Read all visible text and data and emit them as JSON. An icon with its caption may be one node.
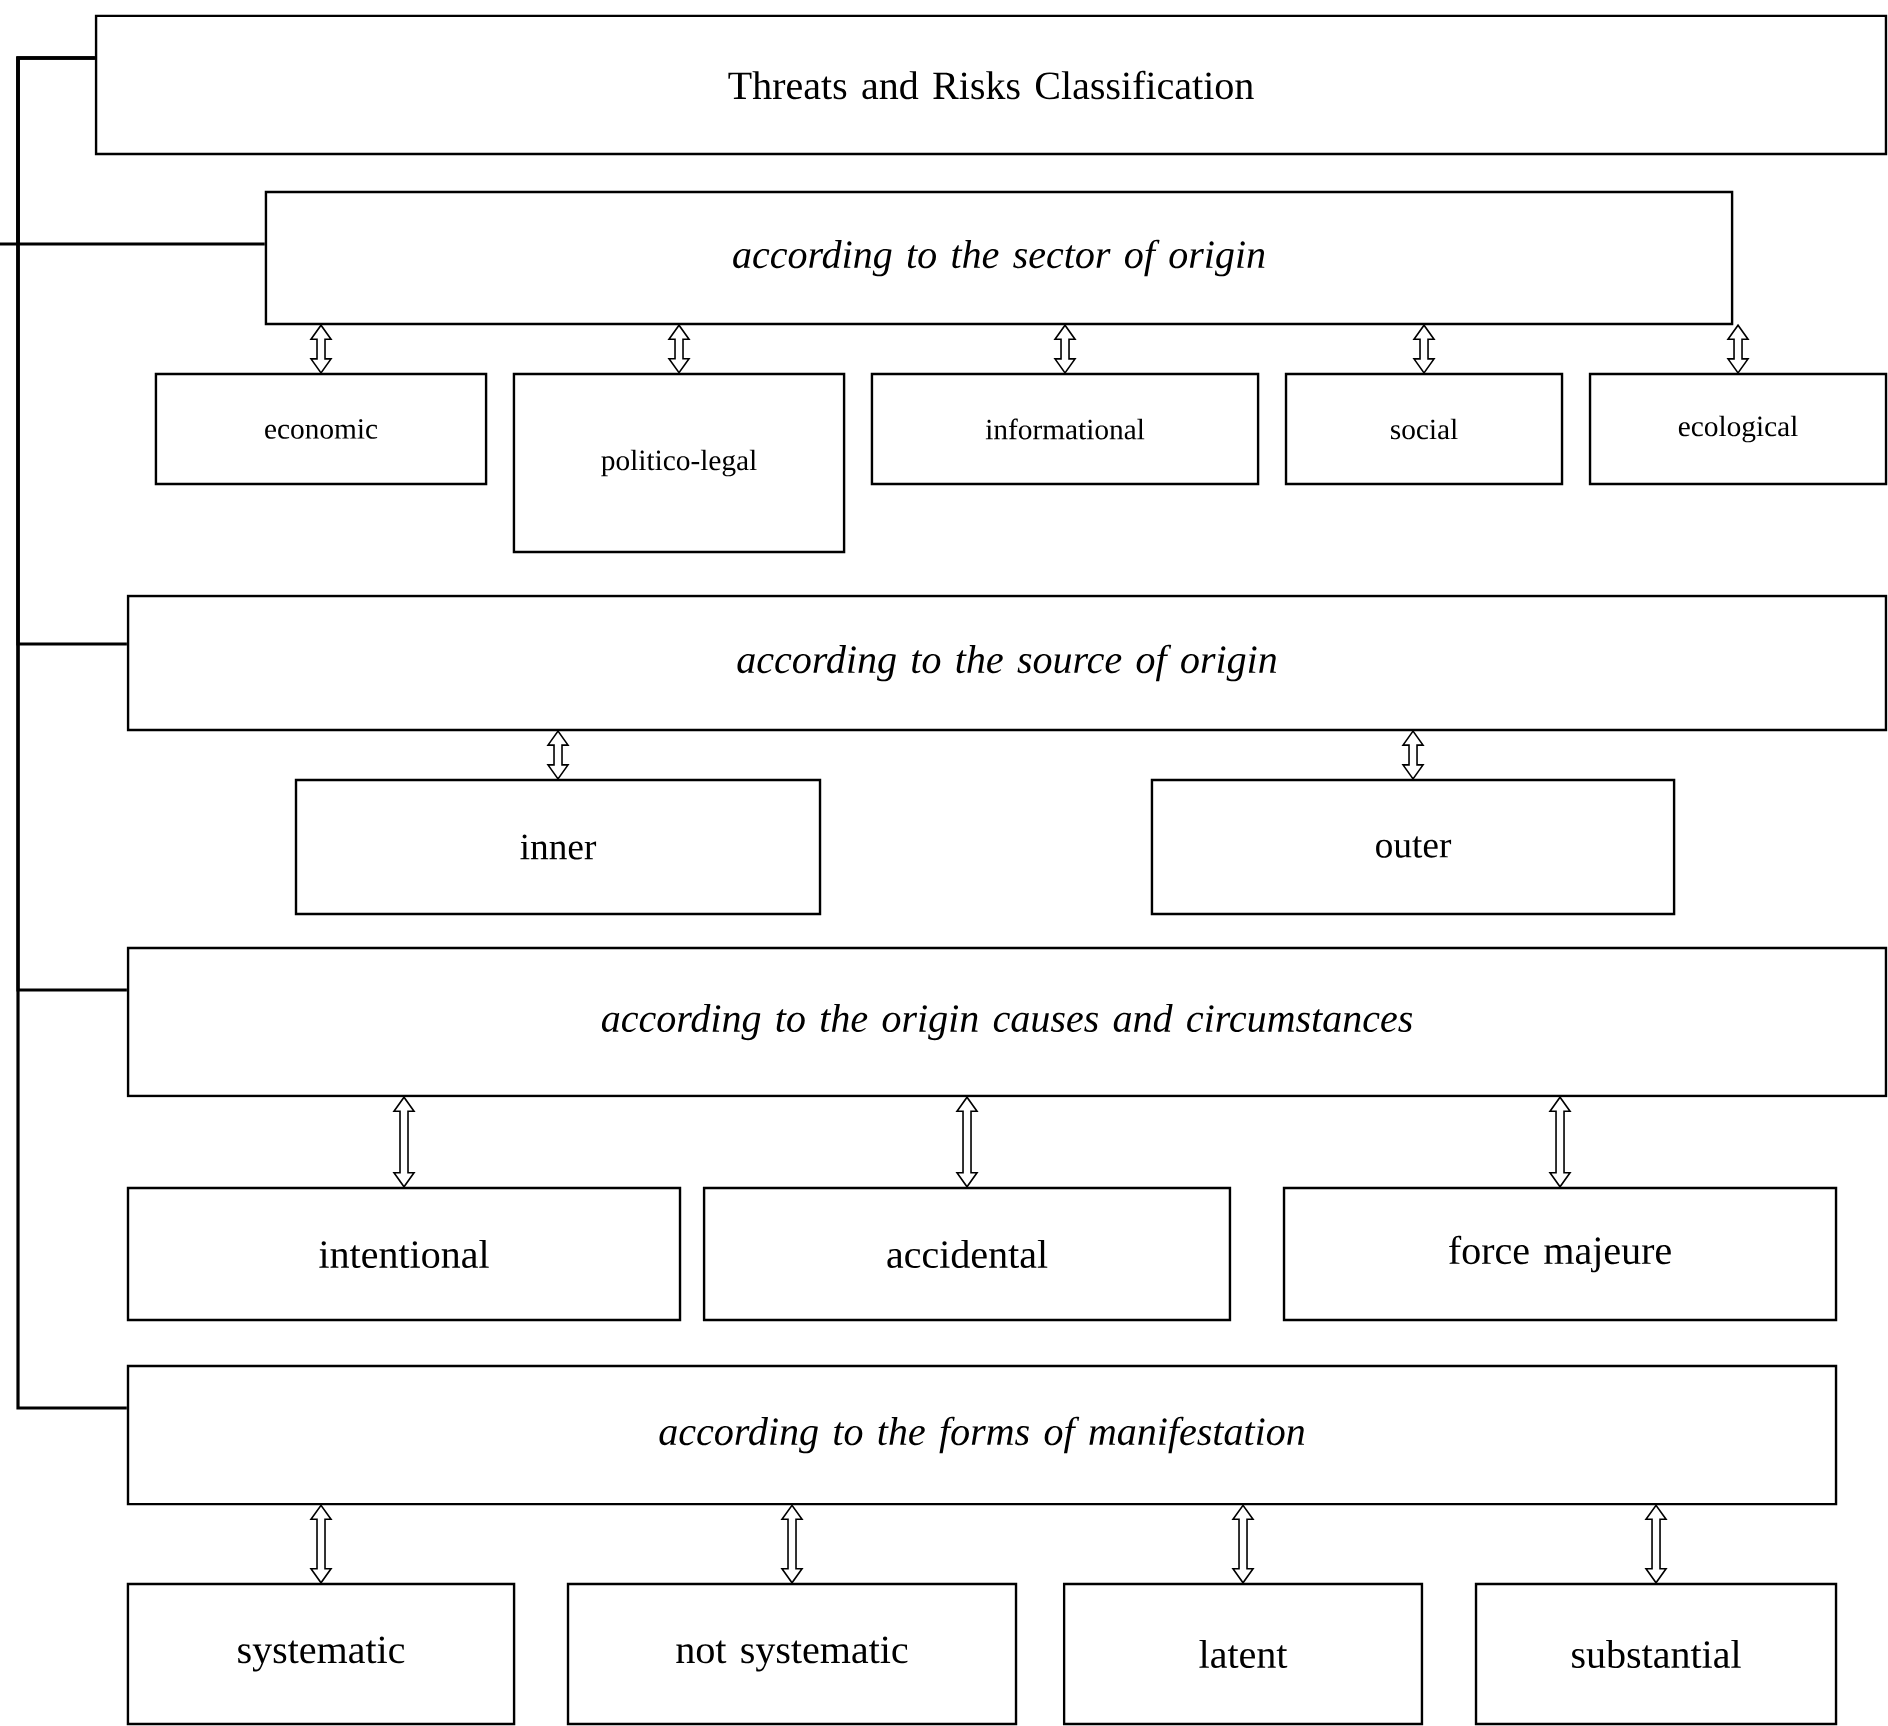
{
  "diagram": {
    "nodes": [
      {
        "text": [
          "Threats and Risks Classification"
        ]
      },
      {
        "text": [
          "according to the sector of origin"
        ]
      },
      {
        "text": [
          "economic"
        ]
      },
      {
        "text": [
          "politico-legal"
        ]
      },
      {
        "text": [
          "informational"
        ]
      },
      {
        "text": [
          "social"
        ]
      },
      {
        "text": [
          "ecological"
        ]
      },
      {
        "text": [
          "according to the source of origin"
        ]
      },
      {
        "text": [
          "inner"
        ]
      },
      {
        "text": [
          "outer"
        ]
      },
      {
        "text": [
          "according to the origin causes and circumstances"
        ]
      },
      {
        "text": [
          "intentional"
        ]
      },
      {
        "text": [
          "accidental"
        ]
      },
      {
        "text": [
          "force majeure"
        ]
      },
      {
        "text": [
          "according to the forms of manifestation"
        ]
      },
      {
        "text": [
          "systematic"
        ]
      },
      {
        "text": [
          "not systematic"
        ]
      },
      {
        "text": [
          "latent"
        ]
      },
      {
        "text": [
          "substantial"
        ]
      }
    ],
    "edges": [
      {
        "from": 0,
        "to": 1,
        "arrow": "none"
      },
      {
        "from": 0,
        "to": 7,
        "arrow": "none"
      },
      {
        "from": 0,
        "to": 10,
        "arrow": "none"
      },
      {
        "from": 0,
        "to": 14,
        "arrow": "none"
      },
      {
        "from": 1,
        "to": 2,
        "arrow": "both"
      },
      {
        "from": 1,
        "to": 3,
        "arrow": "both"
      },
      {
        "from": 1,
        "to": 4,
        "arrow": "both"
      },
      {
        "from": 1,
        "to": 5,
        "arrow": "both"
      },
      {
        "from": 1,
        "to": 6,
        "arrow": "both"
      },
      {
        "from": 7,
        "to": 8,
        "arrow": "both"
      },
      {
        "from": 7,
        "to": 9,
        "arrow": "both"
      },
      {
        "from": 10,
        "to": 11,
        "arrow": "both"
      },
      {
        "from": 10,
        "to": 12,
        "arrow": "both"
      },
      {
        "from": 10,
        "to": 13,
        "arrow": "both"
      },
      {
        "from": 14,
        "to": 15,
        "arrow": "both"
      },
      {
        "from": 14,
        "to": 16,
        "arrow": "both"
      },
      {
        "from": 14,
        "to": 17,
        "arrow": "both"
      },
      {
        "from": 14,
        "to": 18,
        "arrow": "both"
      }
    ]
  }
}
